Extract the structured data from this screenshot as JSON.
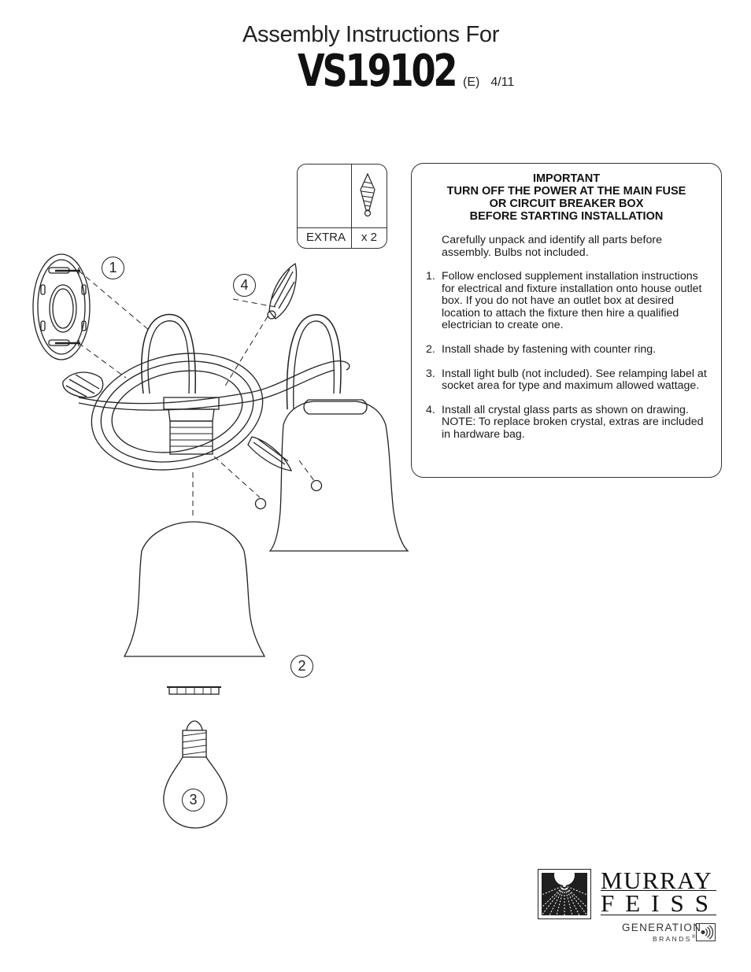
{
  "header": {
    "title": "Assembly Instructions For",
    "model": "VS19102",
    "edition": "(E)",
    "date": "4/11"
  },
  "extras_box": {
    "label": "EXTRA",
    "quantity": "x 2",
    "icon": "crystal-prism-icon"
  },
  "instructions": {
    "important": [
      "IMPORTANT",
      "TURN OFF THE POWER AT THE MAIN FUSE",
      "OR CIRCUIT BREAKER BOX",
      "BEFORE STARTING INSTALLATION"
    ],
    "intro": "Carefully unpack and identify all parts before assembly.  Bulbs not included.",
    "steps": [
      {
        "num": "1.",
        "text": "Follow enclosed supplement installation instructions for electrical and fixture installation onto house outlet box. If you do not have an outlet box at desired location to attach the fixture then hire a qualified electrician to create one."
      },
      {
        "num": "2.",
        "text": "Install shade by fastening with counter ring."
      },
      {
        "num": "3.",
        "text": "Install light bulb (not included).  See relamping label at socket area for type and maximum allowed wattage."
      },
      {
        "num": "4.",
        "text": "Install all crystal glass parts as shown on drawing. NOTE: To replace broken crystal, extras are included in hardware bag."
      }
    ]
  },
  "diagram": {
    "callouts": [
      "1",
      "2",
      "3",
      "4"
    ]
  },
  "footer": {
    "brand_line1": "MURRAY",
    "brand_line2": "FEISS",
    "sub_line1": "GENERATION",
    "sub_line2": "BRANDS",
    "trademark": "®",
    "logo_icon": "sunburst-logo-icon",
    "sound_icon": "sound-wave-icon"
  }
}
